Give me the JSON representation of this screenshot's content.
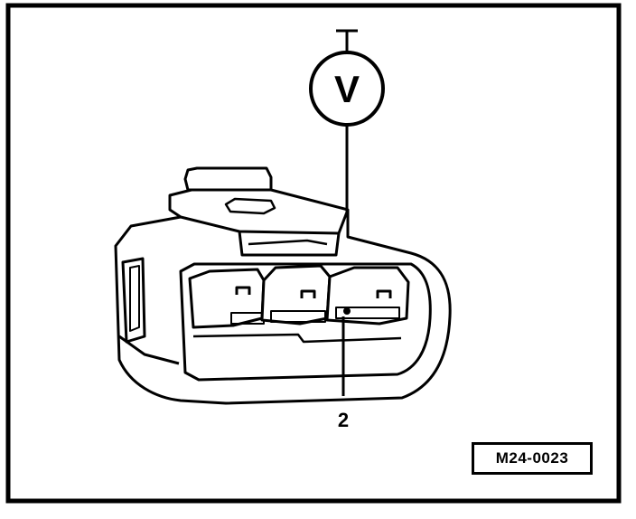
{
  "figure": {
    "meter_symbol": "V",
    "callout_number": "2",
    "reference_code": "M24-0023"
  },
  "icons": {
    "meter": "voltmeter-icon",
    "connector": "electrical-connector-icon"
  },
  "colors": {
    "ink": "#000000",
    "paper": "#ffffff"
  }
}
